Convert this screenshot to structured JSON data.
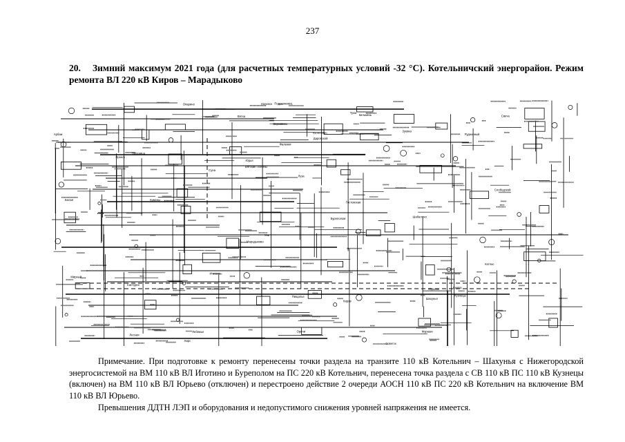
{
  "page_number": "237",
  "heading": {
    "number": "20.",
    "text": "Зимний максимум 2021 года (для расчетных температурных условий -32 °С). Котельничский энергорайон. Режим ремонта ВЛ 220 кВ Киров – Марадыково"
  },
  "scheme": {
    "labels": [
      "Буреполом",
      "Котельнич",
      "Киров",
      "Марадыково",
      "Шахунья",
      "Кузнецы",
      "Юрьево",
      "Иготино",
      "Ежиха",
      "Белая",
      "Даровской",
      "Свеча",
      "Пищалье",
      "Шабалино",
      "Подосиновец",
      "Луза",
      "Опарино",
      "Мураши",
      "Юрья",
      "Верховино",
      "Просница",
      "Оричи",
      "Кильмезь",
      "Арбаж",
      "Санчурск",
      "Яранск",
      "Тужа",
      "Советск",
      "Лебяжье",
      "Суна",
      "Нолинск",
      "Уни",
      "Фаленки",
      "Зуевка",
      "Слободской",
      "Вятка",
      "Котлас",
      "Мирный",
      "Вятские Поляны",
      "Кирс",
      "Лесная",
      "Рудничный",
      "Кумены",
      "Гостовская"
    ]
  },
  "note": {
    "paragraphs": [
      "Примечание. При подготовке к ремонту перенесены точки раздела на транзите 110 кВ Котельнич – Шахунья с Нижегородской энергосистемой на ВМ 110 кВ ВЛ Иготино и Буреполом на ПС 220 кВ Котельнич, перенесена точка раздела с СВ 110 кВ ПС 110 кВ Кузнецы (включен) на ВМ 110 кВ ВЛ Юрьево (отключен) и перестроено действие 2 очереди АОСН 110 кВ ПС 220 кВ Котельнич на включение ВМ 110 кВ ВЛ Юрьево.",
      "Превышения ДДТН ЛЭП и оборудования и недопустимого снижения уровней напряжения не имеется."
    ]
  }
}
